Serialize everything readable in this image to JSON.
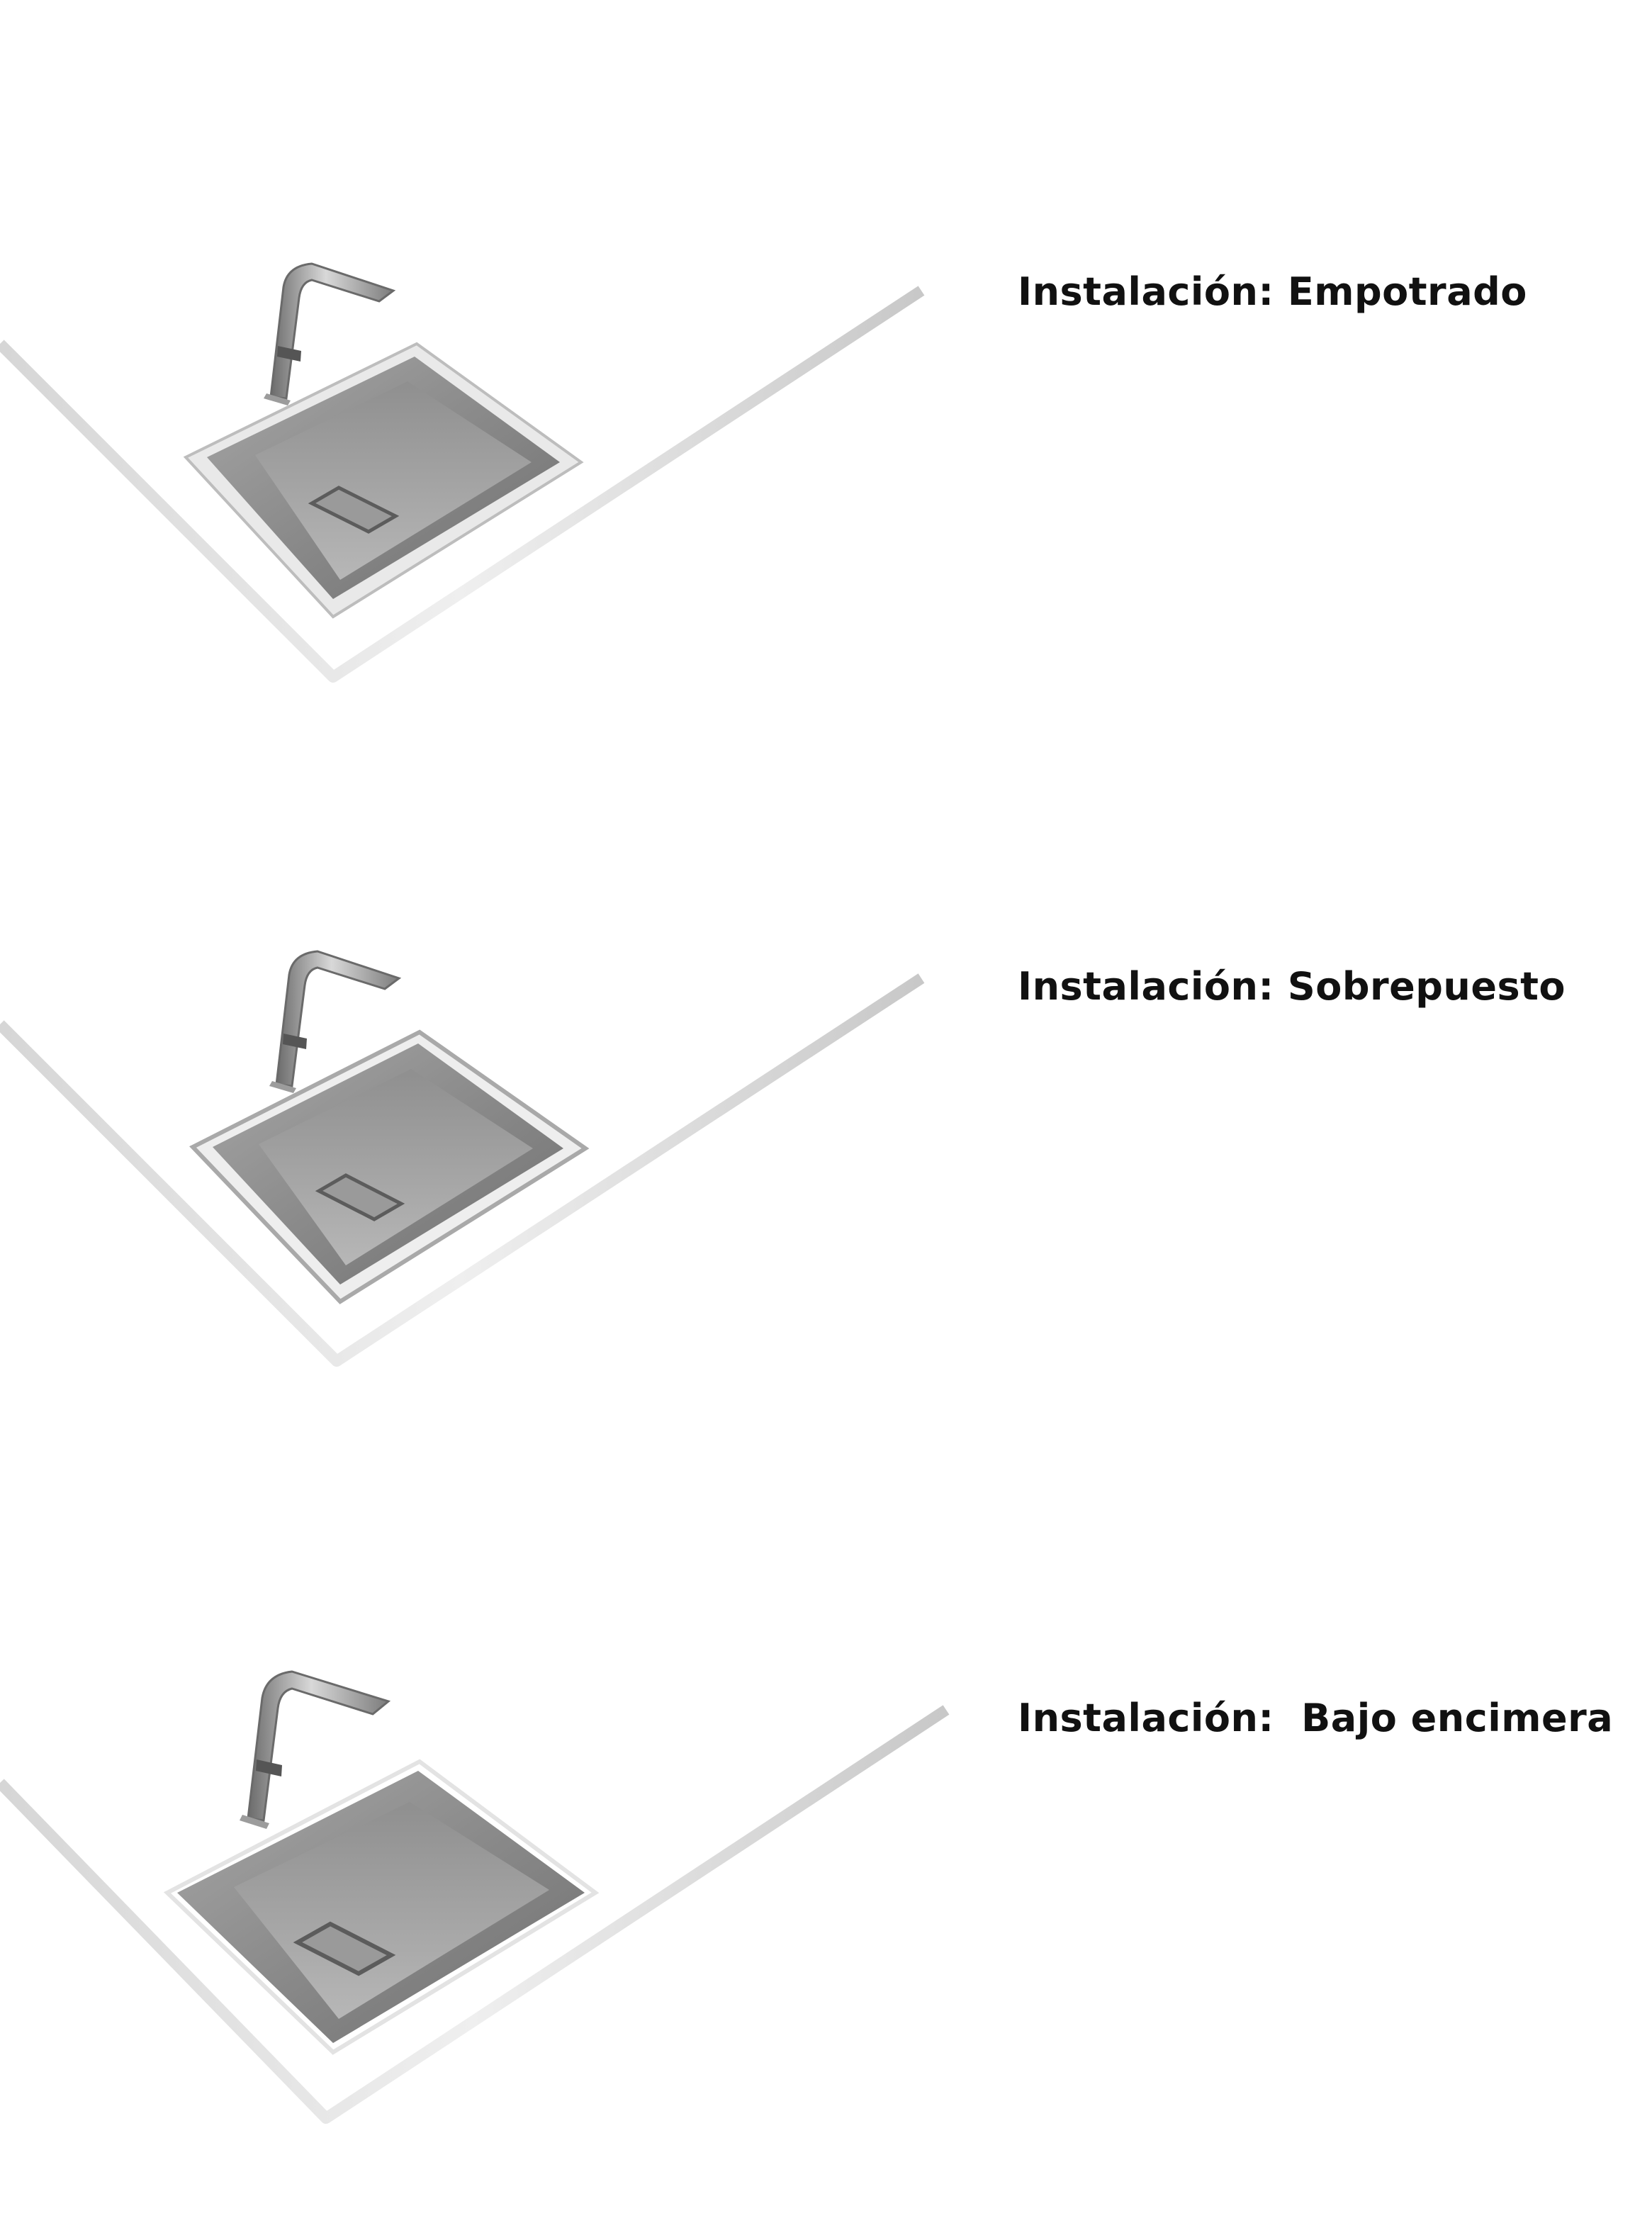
{
  "installations": [
    {
      "id": "empotrado",
      "label": "Instalación: Empotrado",
      "icon": "sink-recessed-icon"
    },
    {
      "id": "sobrepuesto",
      "label": "Instalación: Sobrepuesto",
      "icon": "sink-top-mount-icon"
    },
    {
      "id": "bajo-encimera",
      "label": "Instalación:  Bajo encimera",
      "icon": "sink-undermount-icon"
    }
  ]
}
